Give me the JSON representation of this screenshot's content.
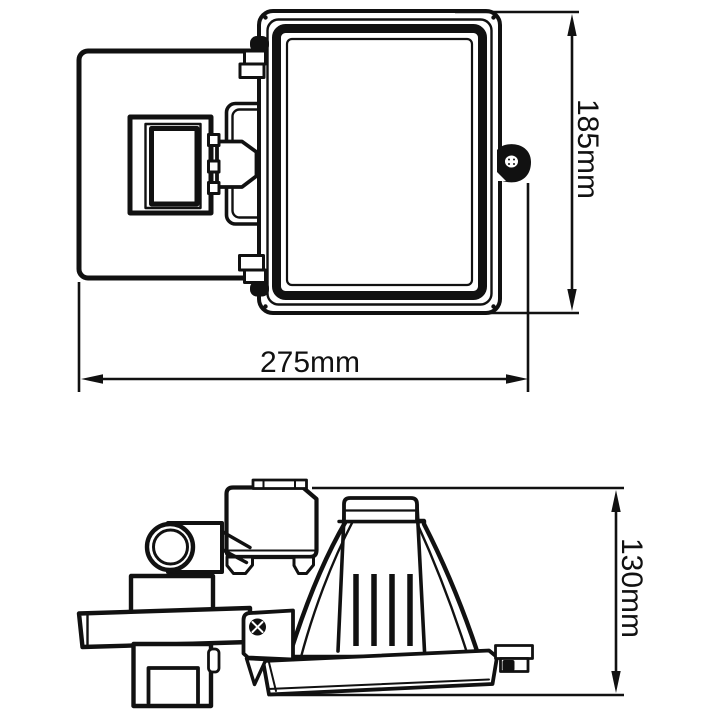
{
  "drawing": {
    "type": "technical-dimension-diagram",
    "subject": "floodlight fixture, two orthographic views with dimensions",
    "views": [
      {
        "id": "top-view",
        "description": "front/plan view of floodlight head with rear housing, gear box and mounting lug"
      },
      {
        "id": "side-view",
        "description": "side profile view with mounting arm, pipe knuckle, bracket and lamp body vents"
      }
    ],
    "dimensions": {
      "width": {
        "label": "275mm",
        "value": 275,
        "unit": "mm",
        "applies_to": "top-view"
      },
      "height": {
        "label": "185mm",
        "value": 185,
        "unit": "mm",
        "applies_to": "top-view"
      },
      "depth": {
        "label": "130mm",
        "value": 130,
        "unit": "mm",
        "applies_to": "side-view"
      }
    },
    "colors": {
      "line": "#111111",
      "background": "#ffffff"
    }
  }
}
